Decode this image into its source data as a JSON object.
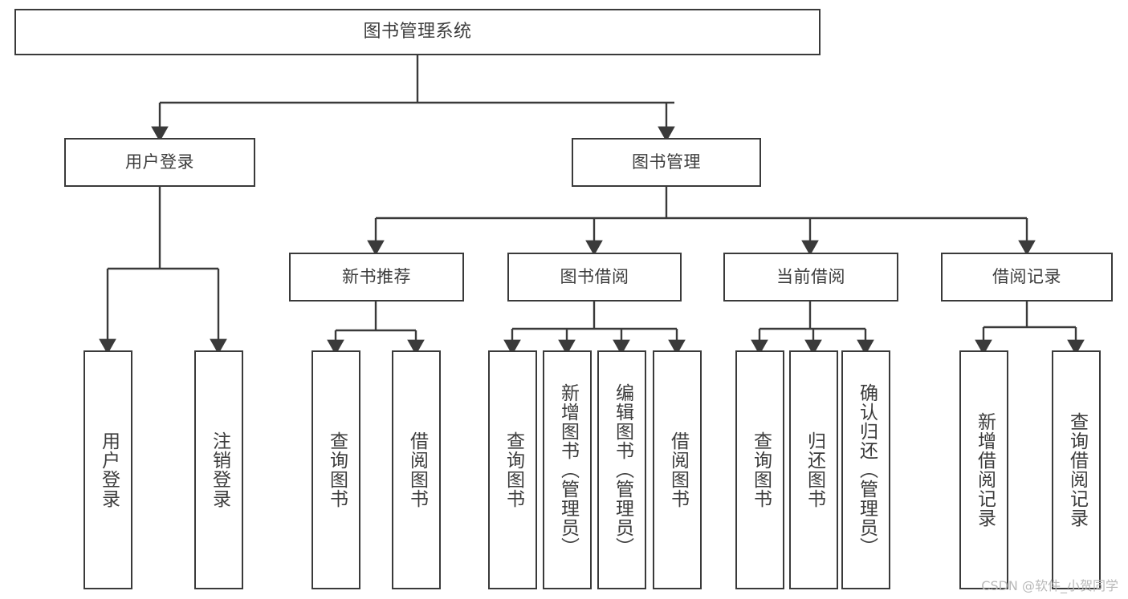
{
  "diagram": {
    "type": "tree",
    "title": "图书管理系统",
    "watermark": "CSDN @软件_小贺同学",
    "colors": {
      "box_border": "#3a3a3a",
      "box_fill": "#ffffff",
      "connector": "#3a3a3a",
      "text": "#3c3c3c",
      "watermark": "#b9b9b9"
    },
    "nodes": {
      "root": {
        "label": "图书管理系统"
      },
      "level2": [
        {
          "label": "用户登录"
        },
        {
          "label": "图书管理"
        }
      ],
      "level3": [
        {
          "label": "新书推荐"
        },
        {
          "label": "图书借阅"
        },
        {
          "label": "当前借阅"
        },
        {
          "label": "借阅记录"
        }
      ],
      "leaves": {
        "user_login": [
          {
            "label": "用户登录"
          },
          {
            "label": "注销登录"
          }
        ],
        "new_book": [
          {
            "label": "查询图书"
          },
          {
            "label": "借阅图书"
          }
        ],
        "book_borrow": [
          {
            "label": "查询图书"
          },
          {
            "label": "新增图书（管理员）"
          },
          {
            "label": "编辑图书（管理员）"
          },
          {
            "label": "借阅图书"
          }
        ],
        "current_borrow": [
          {
            "label": "查询图书"
          },
          {
            "label": "归还图书"
          },
          {
            "label": "确认归还（管理员）"
          }
        ],
        "borrow_record": [
          {
            "label": "新增借阅记录"
          },
          {
            "label": "查询借阅记录"
          }
        ]
      }
    }
  }
}
